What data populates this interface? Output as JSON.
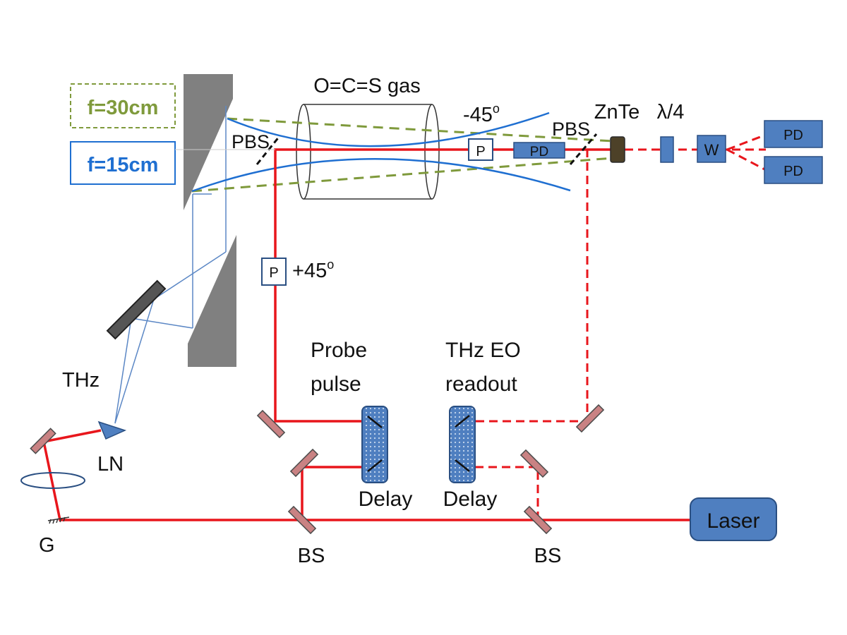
{
  "labels": {
    "f30": "f=30cm",
    "f15": "f=15cm",
    "gas": "O=C=S gas",
    "pbs_left": "PBS",
    "pbs_right": "PBS",
    "p_top": "P",
    "pd_inline": "PD",
    "minus45": "-45",
    "degree": "o",
    "znte": "ZnTe",
    "quarter_wave": "λ/4",
    "wollaston": "W",
    "pd_top": "PD",
    "pd_bottom": "PD",
    "p_left": "P",
    "plus45": "+45",
    "probe_line1": "Probe",
    "probe_line2": "pulse",
    "thz_eo_line1": "THz EO",
    "thz_eo_line2": "readout",
    "thz": "THz",
    "ln": "LN",
    "g": "G",
    "delay_left": "Delay",
    "delay_right": "Delay",
    "bs_left": "BS",
    "bs_right": "BS",
    "laser": "Laser"
  },
  "colors": {
    "laser_beam": "#e8161c",
    "thz_beam": "#5b87c5",
    "focus_15cm": "#1f6fd1",
    "focus_30cm": "#7f9a3c",
    "component_blue": "#4f7fc0",
    "component_border": "#2a4f82",
    "mirror": "#c98283",
    "parabolic_gray": "#808080",
    "znte": "#4d4128"
  }
}
